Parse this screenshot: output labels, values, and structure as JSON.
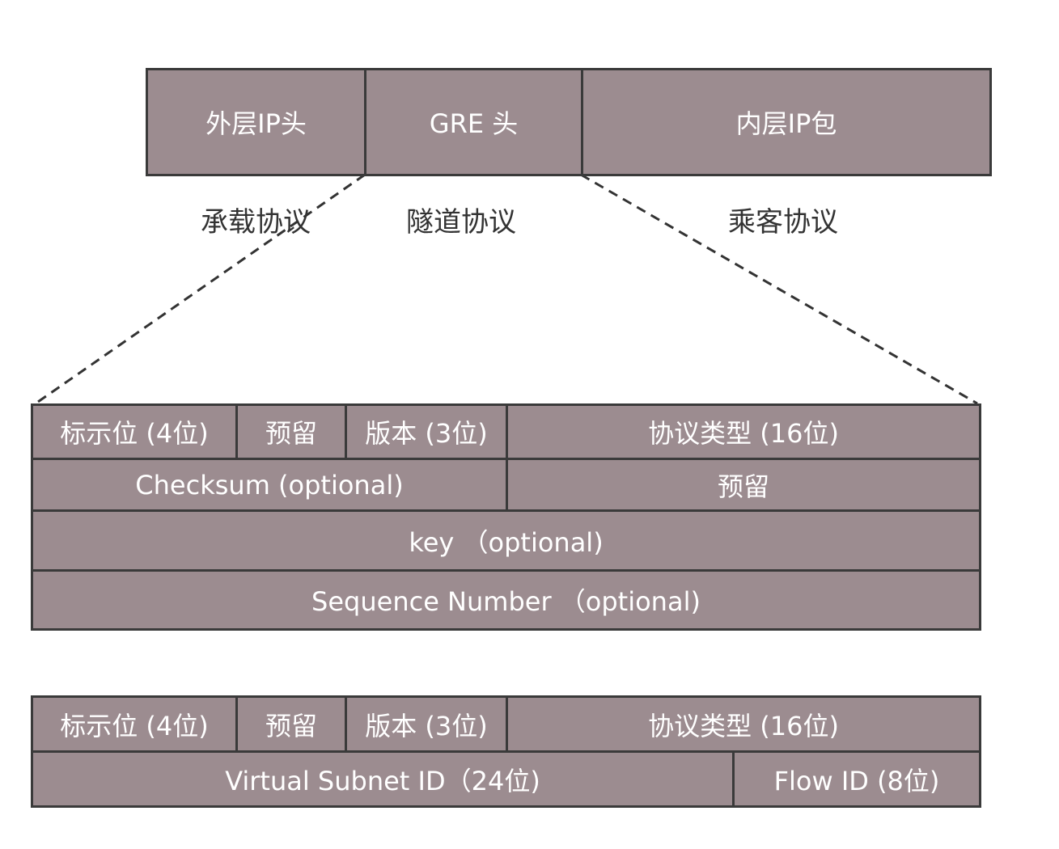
{
  "top_packet": {
    "outer_ip_header": "外层IP头",
    "gre_header": "GRE 头",
    "inner_ip_packet": "内层IP包"
  },
  "captions": {
    "carrier_protocol": "承载协议",
    "tunnel_protocol": "隧道协议",
    "passenger_protocol": "乘客协议"
  },
  "gre_header_detail": {
    "flags": "标示位 (4位)",
    "reserved": "预留",
    "version": "版本 (3位)",
    "protocol_type": "协议类型 (16位)",
    "checksum": "Checksum (optional)",
    "reserved2": "预留",
    "key": "key （optional)",
    "sequence_number": "Sequence Number （optional)"
  },
  "nvgre_header": {
    "flags": "标示位 (4位)",
    "reserved": "预留",
    "version": "版本 (3位)",
    "protocol_type": "协议类型 (16位)",
    "virtual_subnet_id": "Virtual Subnet ID（24位)",
    "flow_id": "Flow ID (8位)"
  },
  "colors": {
    "cell_fill": "#9c8c90",
    "cell_border": "#3a3a3a",
    "cell_text": "#ffffff",
    "caption_text": "#333333"
  }
}
